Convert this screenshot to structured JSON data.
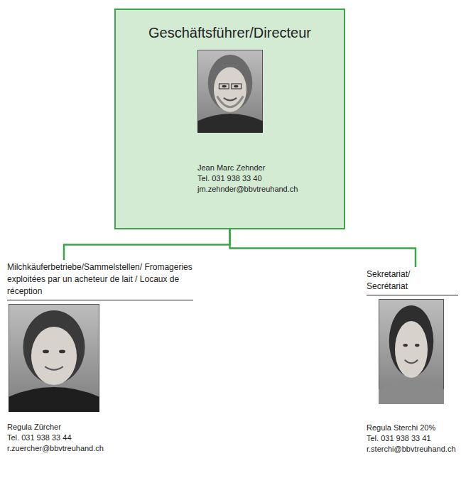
{
  "diagram": {
    "nodes": [
      {
        "text": [
          "Geschäftsführer/Directeur",
          "Jean Marc Zehnder",
          "Tel. 031 938 33 40",
          "jm.zehnder@bbvtreuhand.ch"
        ]
      },
      {
        "text": [
          "Milchkäuferbetriebe/Sammelstellen/ Fromageries exploitées par un acheteur de lait / Locaux de réception",
          "Regula Zürcher",
          "Tel. 031 938 33 44",
          "r.zuercher@bbvtreuhand.ch"
        ]
      },
      {
        "text": [
          "Sekretariat/ Secrétariat",
          "Regula Sterchi 20%",
          "Tel. 031 938 33 41",
          "r.sterchi@bbvtreuhand.ch"
        ]
      }
    ],
    "edges": [
      {
        "from": 0,
        "to": 1,
        "arrow": "none"
      },
      {
        "from": 0,
        "to": 2,
        "arrow": "none"
      }
    ]
  }
}
